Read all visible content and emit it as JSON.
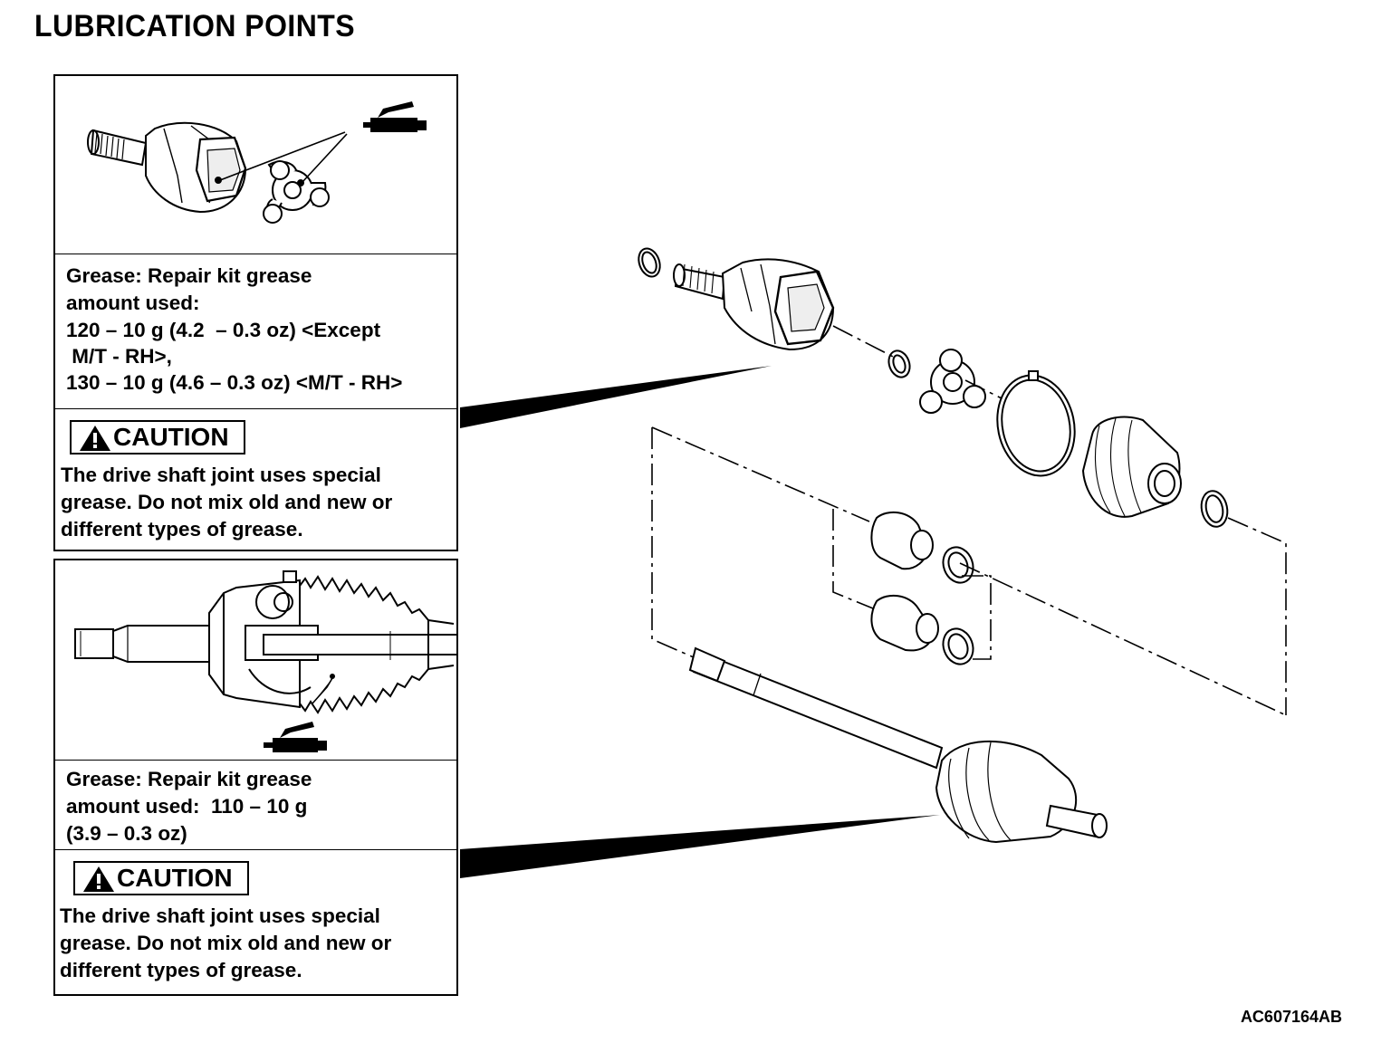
{
  "title": "LUBRICATION POINTS",
  "top_panel": {
    "grease_lines": [
      "Grease: Repair kit grease",
      "amount used:",
      "120 – 10 g (4.2  – 0.3 oz) <Except",
      " M/T - RH>,",
      "130 – 10 g (4.6 – 0.3 oz) <M/T - RH>"
    ],
    "caution_label": "CAUTION",
    "caution_lines": [
      "The drive shaft joint uses special",
      "grease. Do not mix old and new or",
      "different types of grease."
    ]
  },
  "bottom_panel": {
    "grease_lines": [
      "Grease: Repair kit grease",
      "amount used:  110 – 10 g",
      "(3.9 – 0.3 oz)"
    ],
    "caution_label": "CAUTION",
    "caution_lines": [
      "The drive shaft joint uses special",
      "grease. Do not mix old and new or",
      "different types of grease."
    ]
  },
  "figure_code": "AC607164AB",
  "icons": [
    "grease-gun-icon",
    "warning-triangle-icon"
  ]
}
